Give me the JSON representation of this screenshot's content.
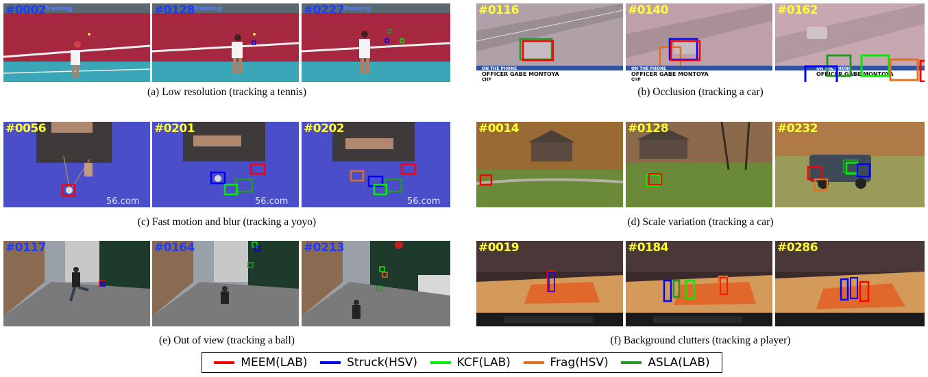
{
  "panels": [
    {
      "caption": "(a) Low resolution (tracking a tennis)",
      "frames": [
        "#0002",
        "#0128",
        "#0227"
      ],
      "overlay": "Training"
    },
    {
      "caption": "(b) Occlusion (tracking a car)",
      "frames": [
        "#0116",
        "#0140",
        "#0162"
      ],
      "tv_lines": [
        "ON THE PHONE",
        "OFFICER GABE MONTOYA",
        "CHP"
      ]
    },
    {
      "caption": "(c) Fast motion and blur (tracking a yoyo)",
      "frames": [
        "#0056",
        "#0201",
        "#0202"
      ],
      "watermark": "56.com"
    },
    {
      "caption": "(d) Scale variation (tracking a car)",
      "frames": [
        "#0014",
        "#0128",
        "#0232"
      ]
    },
    {
      "caption": "(e) Out of view (tracking a ball)",
      "frames": [
        "#0117",
        "#0164",
        "#0213"
      ]
    },
    {
      "caption": "(f) Background clutters (tracking a player)",
      "frames": [
        "#0019",
        "#0184",
        "#0286"
      ]
    }
  ],
  "legend": [
    {
      "label": "MEEM(LAB)",
      "color": "#ff0000"
    },
    {
      "label": "Struck(HSV)",
      "color": "#0000ff"
    },
    {
      "label": "KCF(LAB)",
      "color": "#00ee00"
    },
    {
      "label": "Frag(HSV)",
      "color": "#e07020"
    },
    {
      "label": "ASLA(LAB)",
      "color": "#229922"
    }
  ],
  "colors": {
    "frame_number_blue": "#1a3cff",
    "frame_number_yellow": "#ffff33"
  }
}
